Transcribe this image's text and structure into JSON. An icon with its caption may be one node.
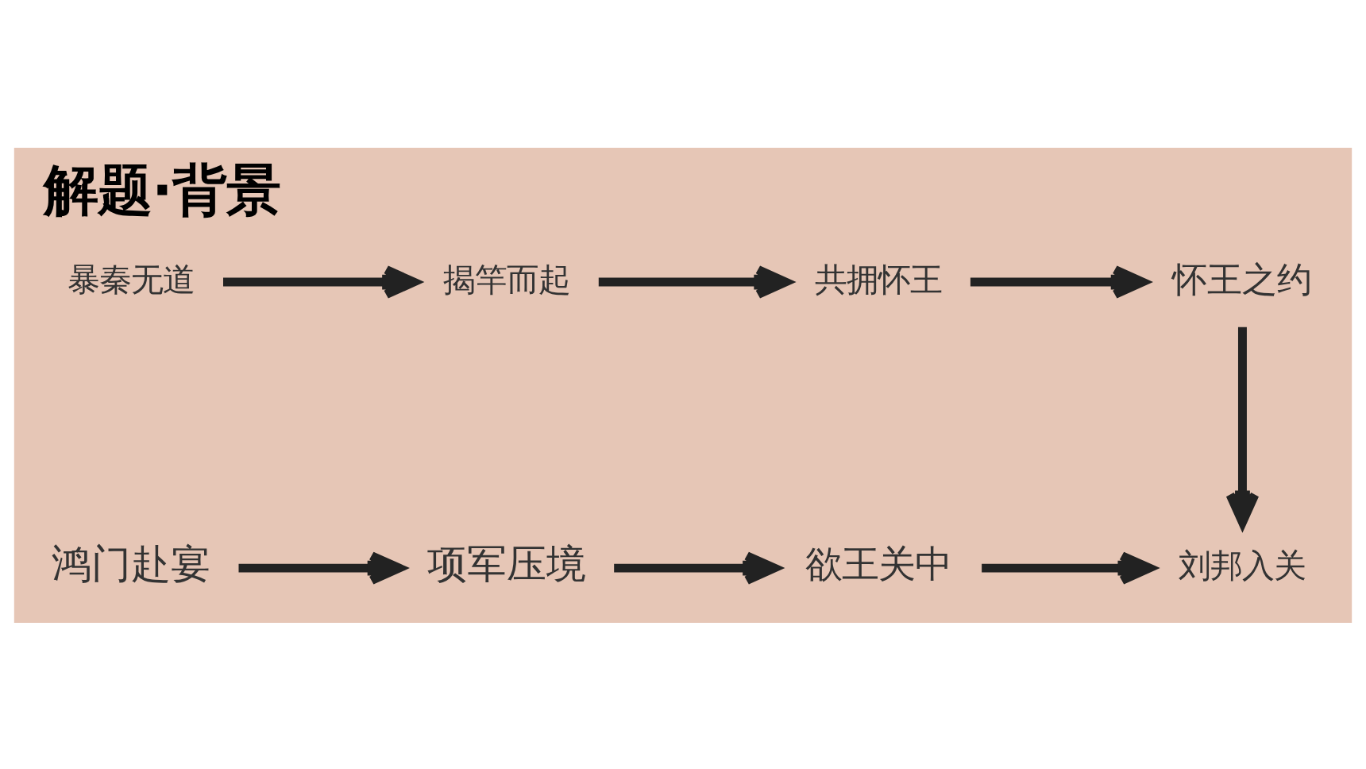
{
  "diagram": {
    "title": "解题·背景",
    "nodes": [
      {
        "text": [
          "暴秦无道"
        ]
      },
      {
        "text": [
          "揭竿而起"
        ]
      },
      {
        "text": [
          "共拥怀王"
        ]
      },
      {
        "text": [
          "怀王之约"
        ]
      },
      {
        "text": [
          "鸿门赴宴"
        ]
      },
      {
        "text": [
          "项军压境"
        ]
      },
      {
        "text": [
          "欲王关中"
        ]
      },
      {
        "text": [
          "刘邦入关"
        ]
      }
    ],
    "edges": [
      {
        "from": 0,
        "to": 1,
        "arrow": "to"
      },
      {
        "from": 1,
        "to": 2,
        "arrow": "to"
      },
      {
        "from": 2,
        "to": 3,
        "arrow": "to"
      },
      {
        "from": 3,
        "to": 7,
        "arrow": "to"
      },
      {
        "from": 4,
        "to": 5,
        "arrow": "to"
      },
      {
        "from": 5,
        "to": 6,
        "arrow": "to"
      },
      {
        "from": 6,
        "to": 7,
        "arrow": "to"
      }
    ]
  }
}
